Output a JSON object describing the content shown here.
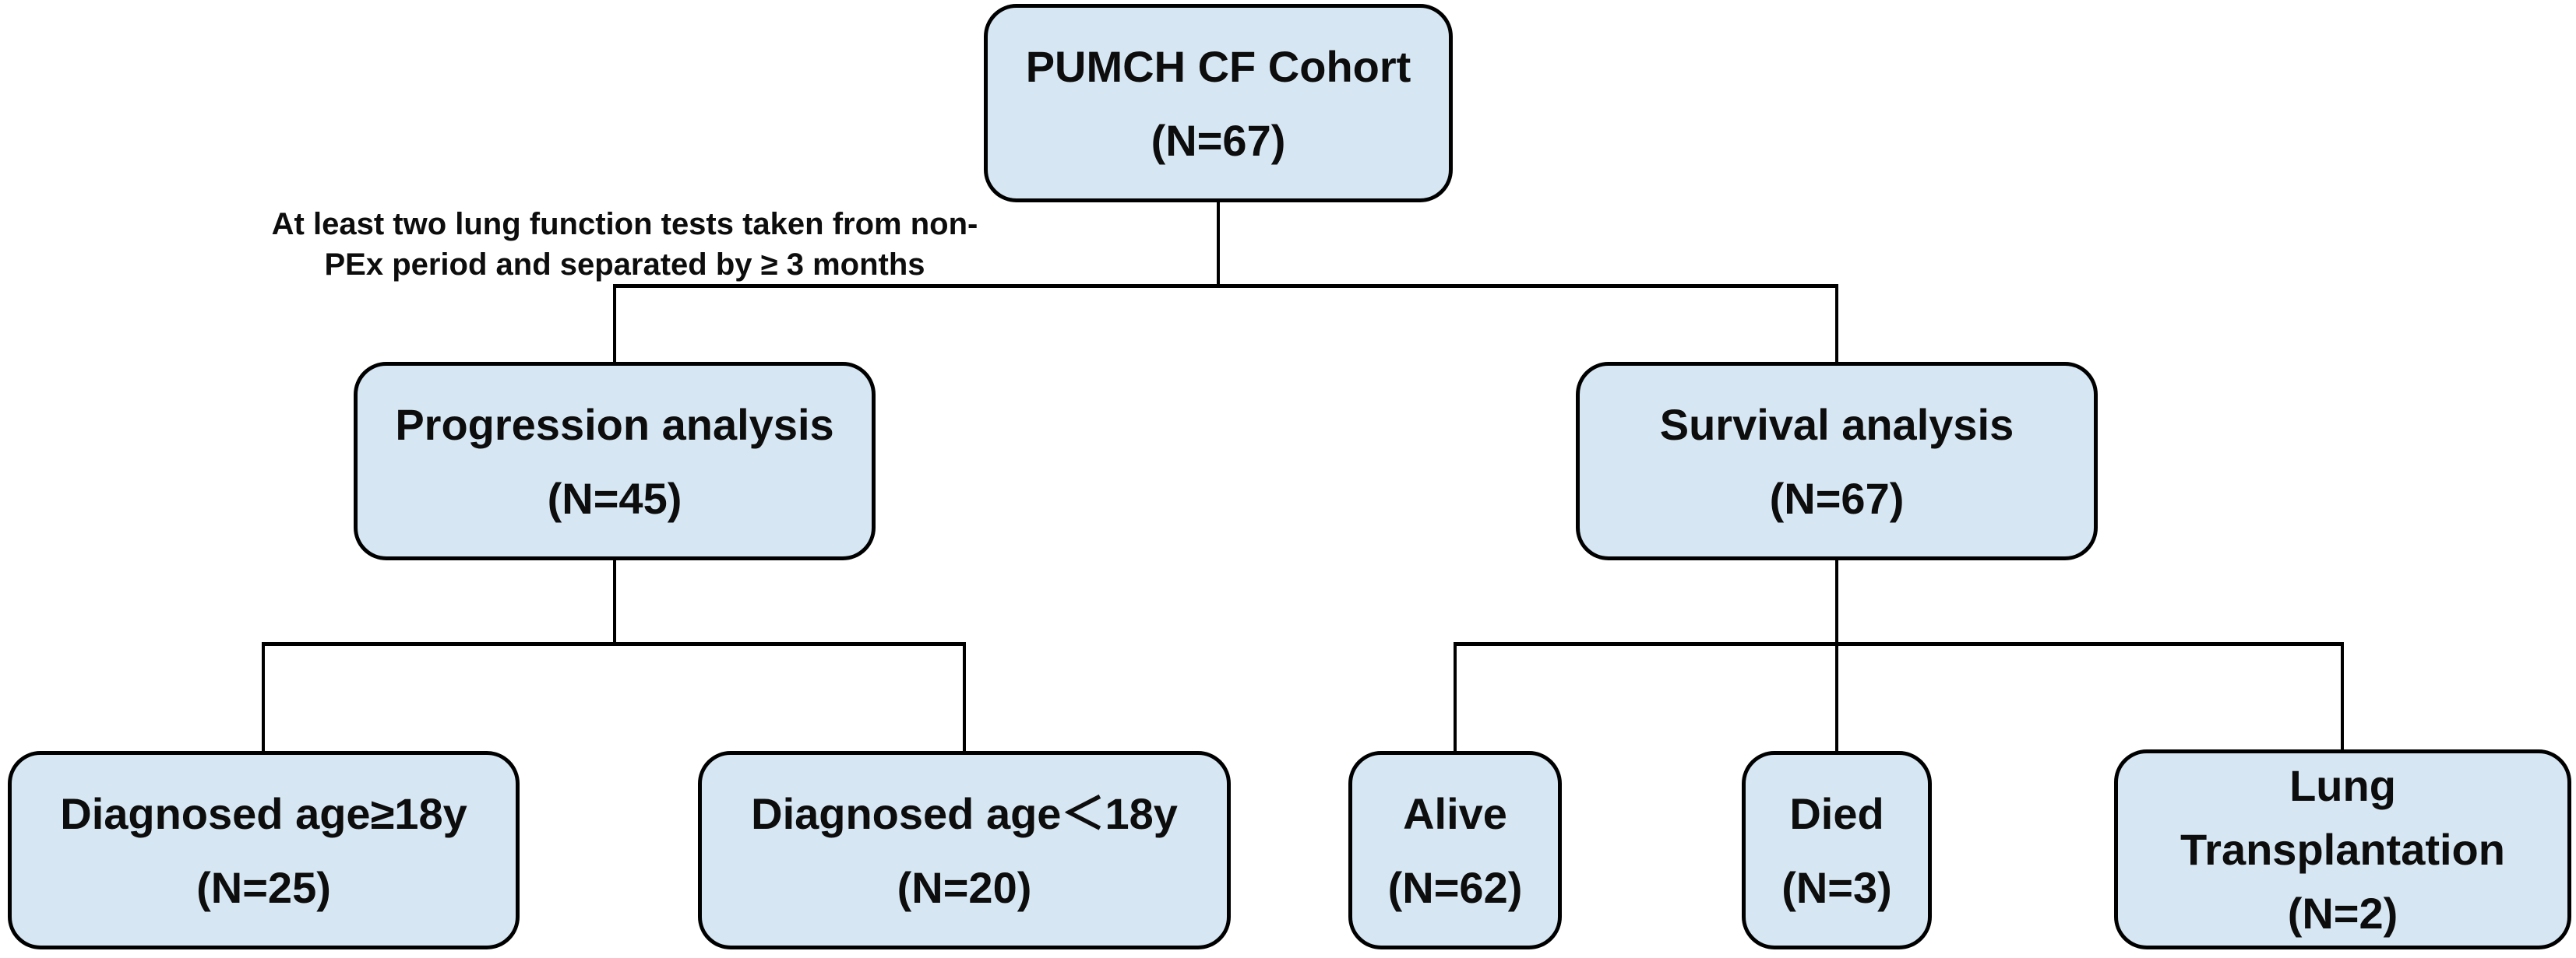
{
  "diagram": {
    "type": "flowchart",
    "annotation": {
      "lines": [
        "At least two lung function tests taken from non-",
        "PEx period and separated by ≥ 3 months"
      ]
    },
    "nodes": {
      "root": {
        "lines": [
          "PUMCH CF Cohort",
          "(N=67)"
        ]
      },
      "progression": {
        "lines": [
          "Progression analysis",
          "(N=45)"
        ]
      },
      "survival": {
        "lines": [
          "Survival analysis",
          "(N=67)"
        ]
      },
      "diag_ge18": {
        "lines": [
          "Diagnosed age≥18y",
          "(N=25)"
        ]
      },
      "diag_lt18": {
        "lines": [
          "Diagnosed age＜18y",
          "(N=20)"
        ]
      },
      "alive": {
        "lines": [
          "Alive",
          "(N=62)"
        ]
      },
      "died": {
        "lines": [
          "Died",
          "(N=3)"
        ]
      },
      "lung_tx": {
        "lines": [
          "Lung",
          "Transplantation",
          "(N=2)"
        ]
      }
    },
    "colors": {
      "node_fill": "#d6e6f2",
      "node_border": "#000000",
      "connector": "#000000",
      "text": "#0d0d0d",
      "background": "#ffffff"
    }
  }
}
